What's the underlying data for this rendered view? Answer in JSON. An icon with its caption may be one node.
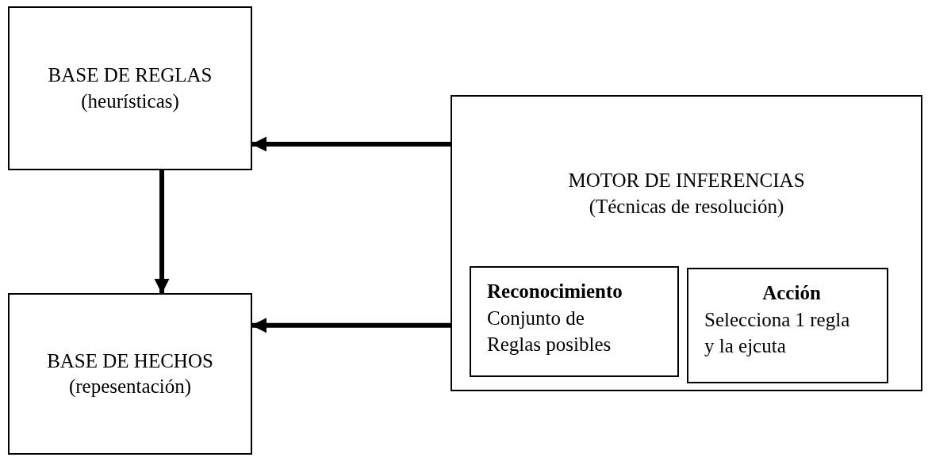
{
  "diagram": {
    "nodes": [
      {
        "text": [
          "BASE DE REGLAS (heurísticas)"
        ]
      },
      {
        "text": [
          "BASE DE HECHOS (repesentación)"
        ]
      },
      {
        "text": [
          "MOTOR DE INFERENCIAS (Técnicas de resolución)"
        ]
      },
      {
        "text": [
          "Reconocimiento",
          "Conjunto de Reglas posibles"
        ],
        "in": 2
      },
      {
        "text": [
          "Acción",
          "Selecciona 1 regla y la ejcuta"
        ],
        "in": 2
      }
    ],
    "edges": [
      {
        "from": 2,
        "to": 0,
        "arrow": "to"
      },
      {
        "from": 2,
        "to": 1,
        "arrow": "to"
      },
      {
        "from": 0,
        "to": 1,
        "arrow": "to"
      }
    ]
  }
}
